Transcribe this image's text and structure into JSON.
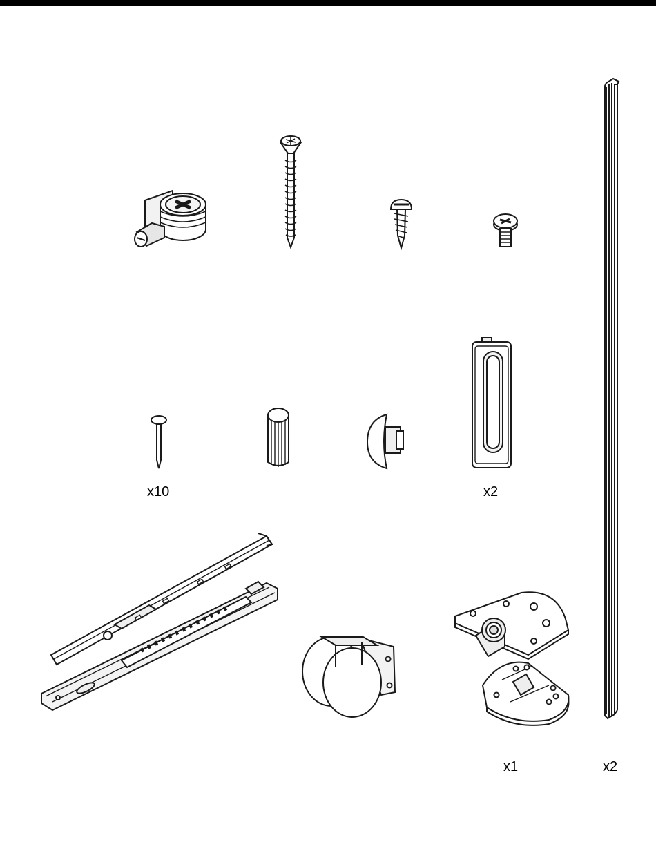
{
  "sheet": {
    "colors": {
      "ink": "#1a1a1a",
      "fill": "#ffffff",
      "shade": "#e6e6e6",
      "band": "#000000"
    },
    "quantities": {
      "nail": "x10",
      "recessed_handle": "x2",
      "hinge_plate": "x1",
      "rail_profile": "x2"
    }
  }
}
